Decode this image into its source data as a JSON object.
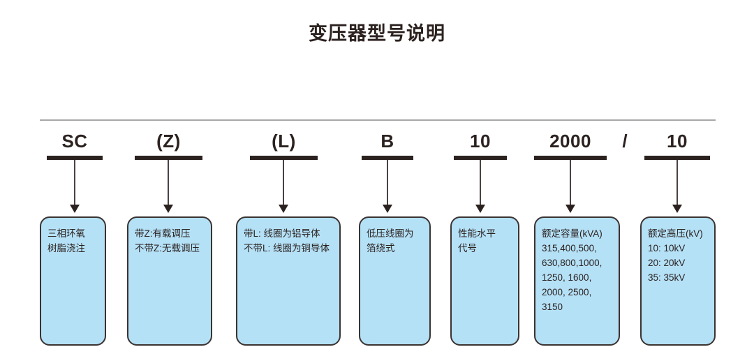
{
  "title": "变压器型号说明",
  "separator": "/",
  "colors": {
    "box_fill": "#b5e1f7",
    "box_border": "#3b3331",
    "text": "#2b2220",
    "rule": "#a9a6a6",
    "arrow": "#2b2220"
  },
  "segments": [
    {
      "code": "SC",
      "lines": [
        "三相环氧",
        "树脂浇注"
      ]
    },
    {
      "code": "(Z)",
      "lines": [
        "带Z:有载调压",
        "不带Z:无载调压"
      ]
    },
    {
      "code": "(L)",
      "lines": [
        "带L: 线圈为铝导体",
        "不带L: 线圈为铜导体"
      ]
    },
    {
      "code": "B",
      "lines": [
        "低压线圈为",
        "箔绕式"
      ]
    },
    {
      "code": "10",
      "lines": [
        "性能水平",
        "代号"
      ]
    },
    {
      "code": "2000",
      "lines": [
        "额定容量(kVA)",
        "315,400,500,",
        "630,800,1000,",
        "1250, 1600,",
        "2000, 2500,",
        "3150"
      ]
    },
    {
      "code": "10",
      "lines": [
        "额定高压(kV)",
        "10: 10kV",
        "20: 20kV",
        "35: 35kV"
      ]
    }
  ]
}
